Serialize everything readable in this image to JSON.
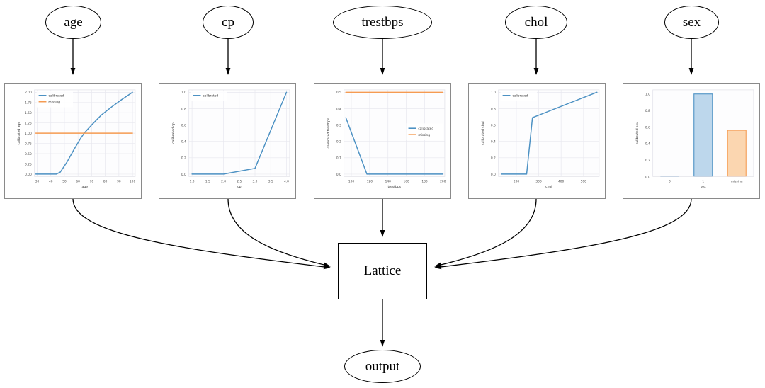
{
  "graph": {
    "input_nodes": [
      {
        "id": "age",
        "label": "age"
      },
      {
        "id": "cp",
        "label": "cp"
      },
      {
        "id": "trestbps",
        "label": "trestbps"
      },
      {
        "id": "chol",
        "label": "chol"
      },
      {
        "id": "sex",
        "label": "sex"
      }
    ],
    "lattice_label": "Lattice",
    "output_label": "output"
  },
  "colors": {
    "calibrated": "#4c91c3",
    "missing": "#f59b52",
    "bar_blue_fill": "#bdd7ec",
    "bar_blue_edge": "#4c91c3",
    "bar_orange_fill": "#fbd6b0",
    "bar_orange_edge": "#f59b52",
    "panel_border": "#8a8a8a",
    "grid": "#e8e8ef",
    "node_stroke": "#000000"
  },
  "chart_data": [
    {
      "id": "age",
      "type": "line",
      "title": "",
      "xlabel": "age",
      "ylabel": "calibrated age",
      "xlim": [
        28,
        102
      ],
      "ylim": [
        -0.06,
        2.06
      ],
      "xticks": [
        "30",
        "40",
        "50",
        "60",
        "70",
        "80",
        "90",
        "100"
      ],
      "xtick_values": [
        30,
        40,
        50,
        60,
        70,
        80,
        90,
        100
      ],
      "yticks": [
        "0.00",
        "0.25",
        "0.50",
        "0.75",
        "1.00",
        "1.25",
        "1.50",
        "1.75",
        "2.00"
      ],
      "ytick_values": [
        0.0,
        0.25,
        0.5,
        0.75,
        1.0,
        1.25,
        1.5,
        1.75,
        2.0
      ],
      "grid": true,
      "legend": [
        "calibrated",
        "missing"
      ],
      "legend_position": "upper left",
      "series": [
        {
          "name": "calibrated",
          "color": "#4c91c3",
          "x": [
            29,
            44,
            47,
            52,
            57,
            62,
            65,
            70,
            77,
            85,
            92,
            100
          ],
          "y": [
            0.0,
            0.0,
            0.05,
            0.3,
            0.6,
            0.88,
            1.02,
            1.2,
            1.44,
            1.65,
            1.82,
            2.0
          ]
        },
        {
          "name": "missing",
          "color": "#f59b52",
          "x": [
            29,
            100
          ],
          "y": [
            1.0,
            1.0
          ]
        }
      ]
    },
    {
      "id": "cp",
      "type": "line",
      "title": "",
      "xlabel": "cp",
      "ylabel": "calibrated cp",
      "xlim": [
        0.9,
        4.1
      ],
      "ylim": [
        -0.03,
        1.03
      ],
      "xticks": [
        "1.0",
        "1.5",
        "2.0",
        "2.5",
        "3.0",
        "3.5",
        "4.0"
      ],
      "xtick_values": [
        1.0,
        1.5,
        2.0,
        2.5,
        3.0,
        3.5,
        4.0
      ],
      "yticks": [
        "0.0",
        "0.2",
        "0.4",
        "0.6",
        "0.8",
        "1.0"
      ],
      "ytick_values": [
        0.0,
        0.2,
        0.4,
        0.6,
        0.8,
        1.0
      ],
      "grid": true,
      "legend": [
        "calibrated"
      ],
      "legend_position": "upper left",
      "series": [
        {
          "name": "calibrated",
          "color": "#4c91c3",
          "x": [
            1.0,
            2.0,
            3.0,
            4.0
          ],
          "y": [
            0.0,
            0.0,
            0.07,
            1.0
          ]
        }
      ]
    },
    {
      "id": "trestbps",
      "type": "line",
      "title": "",
      "xlabel": "trestbps",
      "ylabel": "calibrated trestbps",
      "xlim": [
        92,
        202
      ],
      "ylim": [
        -0.015,
        0.515
      ],
      "xticks": [
        "100",
        "120",
        "140",
        "160",
        "180",
        "200"
      ],
      "xtick_values": [
        100,
        120,
        140,
        160,
        180,
        200
      ],
      "yticks": [
        "0.0",
        "0.1",
        "0.2",
        "0.3",
        "0.4",
        "0.5"
      ],
      "ytick_values": [
        0.0,
        0.1,
        0.2,
        0.3,
        0.4,
        0.5
      ],
      "grid": true,
      "legend": [
        "calibrated",
        "missing"
      ],
      "legend_position": "center right",
      "series": [
        {
          "name": "calibrated",
          "color": "#4c91c3",
          "x": [
            94,
            117,
            200
          ],
          "y": [
            0.345,
            0.0,
            0.0
          ]
        },
        {
          "name": "missing",
          "color": "#f59b52",
          "x": [
            94,
            200
          ],
          "y": [
            0.5,
            0.5
          ]
        }
      ]
    },
    {
      "id": "chol",
      "type": "line",
      "title": "",
      "xlabel": "chol",
      "ylabel": "calibrated chol",
      "xlim": [
        120,
        570
      ],
      "ylim": [
        -0.03,
        1.03
      ],
      "xticks": [
        "200",
        "300",
        "400",
        "500"
      ],
      "xtick_values": [
        200,
        300,
        400,
        500
      ],
      "yticks": [
        "0.0",
        "0.2",
        "0.4",
        "0.6",
        "0.8",
        "1.0"
      ],
      "ytick_values": [
        0.0,
        0.2,
        0.4,
        0.6,
        0.8,
        1.0
      ],
      "grid": true,
      "legend": [
        "calibrated"
      ],
      "legend_position": "upper left",
      "series": [
        {
          "name": "calibrated",
          "color": "#4c91c3",
          "x": [
            133,
            246,
            272,
            560
          ],
          "y": [
            0.0,
            0.0,
            0.69,
            1.0
          ]
        }
      ]
    },
    {
      "id": "sex",
      "type": "bar",
      "title": "",
      "xlabel": "sex",
      "ylabel": "calibrated sex",
      "ylim": [
        0.0,
        1.05
      ],
      "categories": [
        "0",
        "1",
        "missing"
      ],
      "values": [
        0.0,
        1.0,
        0.56
      ],
      "bar_colors": [
        "#bdd7ec",
        "#bdd7ec",
        "#fbd6b0"
      ],
      "bar_edge_colors": [
        "#4c91c3",
        "#4c91c3",
        "#f59b52"
      ],
      "yticks": [
        "0.0",
        "0.2",
        "0.4",
        "0.6",
        "0.8",
        "1.0"
      ],
      "ytick_values": [
        0.0,
        0.2,
        0.4,
        0.6,
        0.8,
        1.0
      ],
      "grid": false,
      "legend": [],
      "legend_position": "none"
    }
  ]
}
